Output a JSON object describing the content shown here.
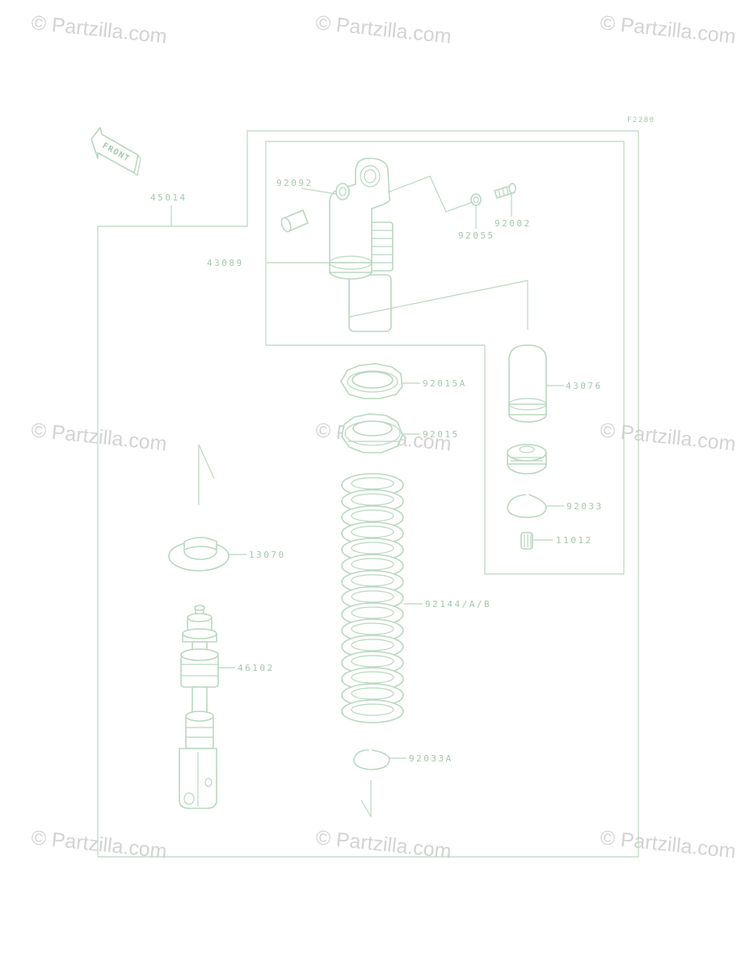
{
  "diagram_code": "F2280",
  "front_arrow_label": "FRONT",
  "watermark_text": "© Partzilla.com",
  "colors": {
    "line": "#b8d8c0",
    "label": "#a3c7ac",
    "watermark": "#d3d3d3",
    "part_fill": "#ffffff"
  },
  "parts": {
    "assembly": "45014",
    "shock_body": "43089",
    "bushing": "92092",
    "washer": "92055",
    "valve": "92002",
    "lock_nut_a": "92015A",
    "lock_nut": "92015",
    "reservoir_cap": "43076",
    "circlip": "92033",
    "plug": "11012",
    "spring_seat": "13070",
    "spring": "92144/A/B",
    "rod_assembly": "46102",
    "circlip_a": "92033A"
  }
}
